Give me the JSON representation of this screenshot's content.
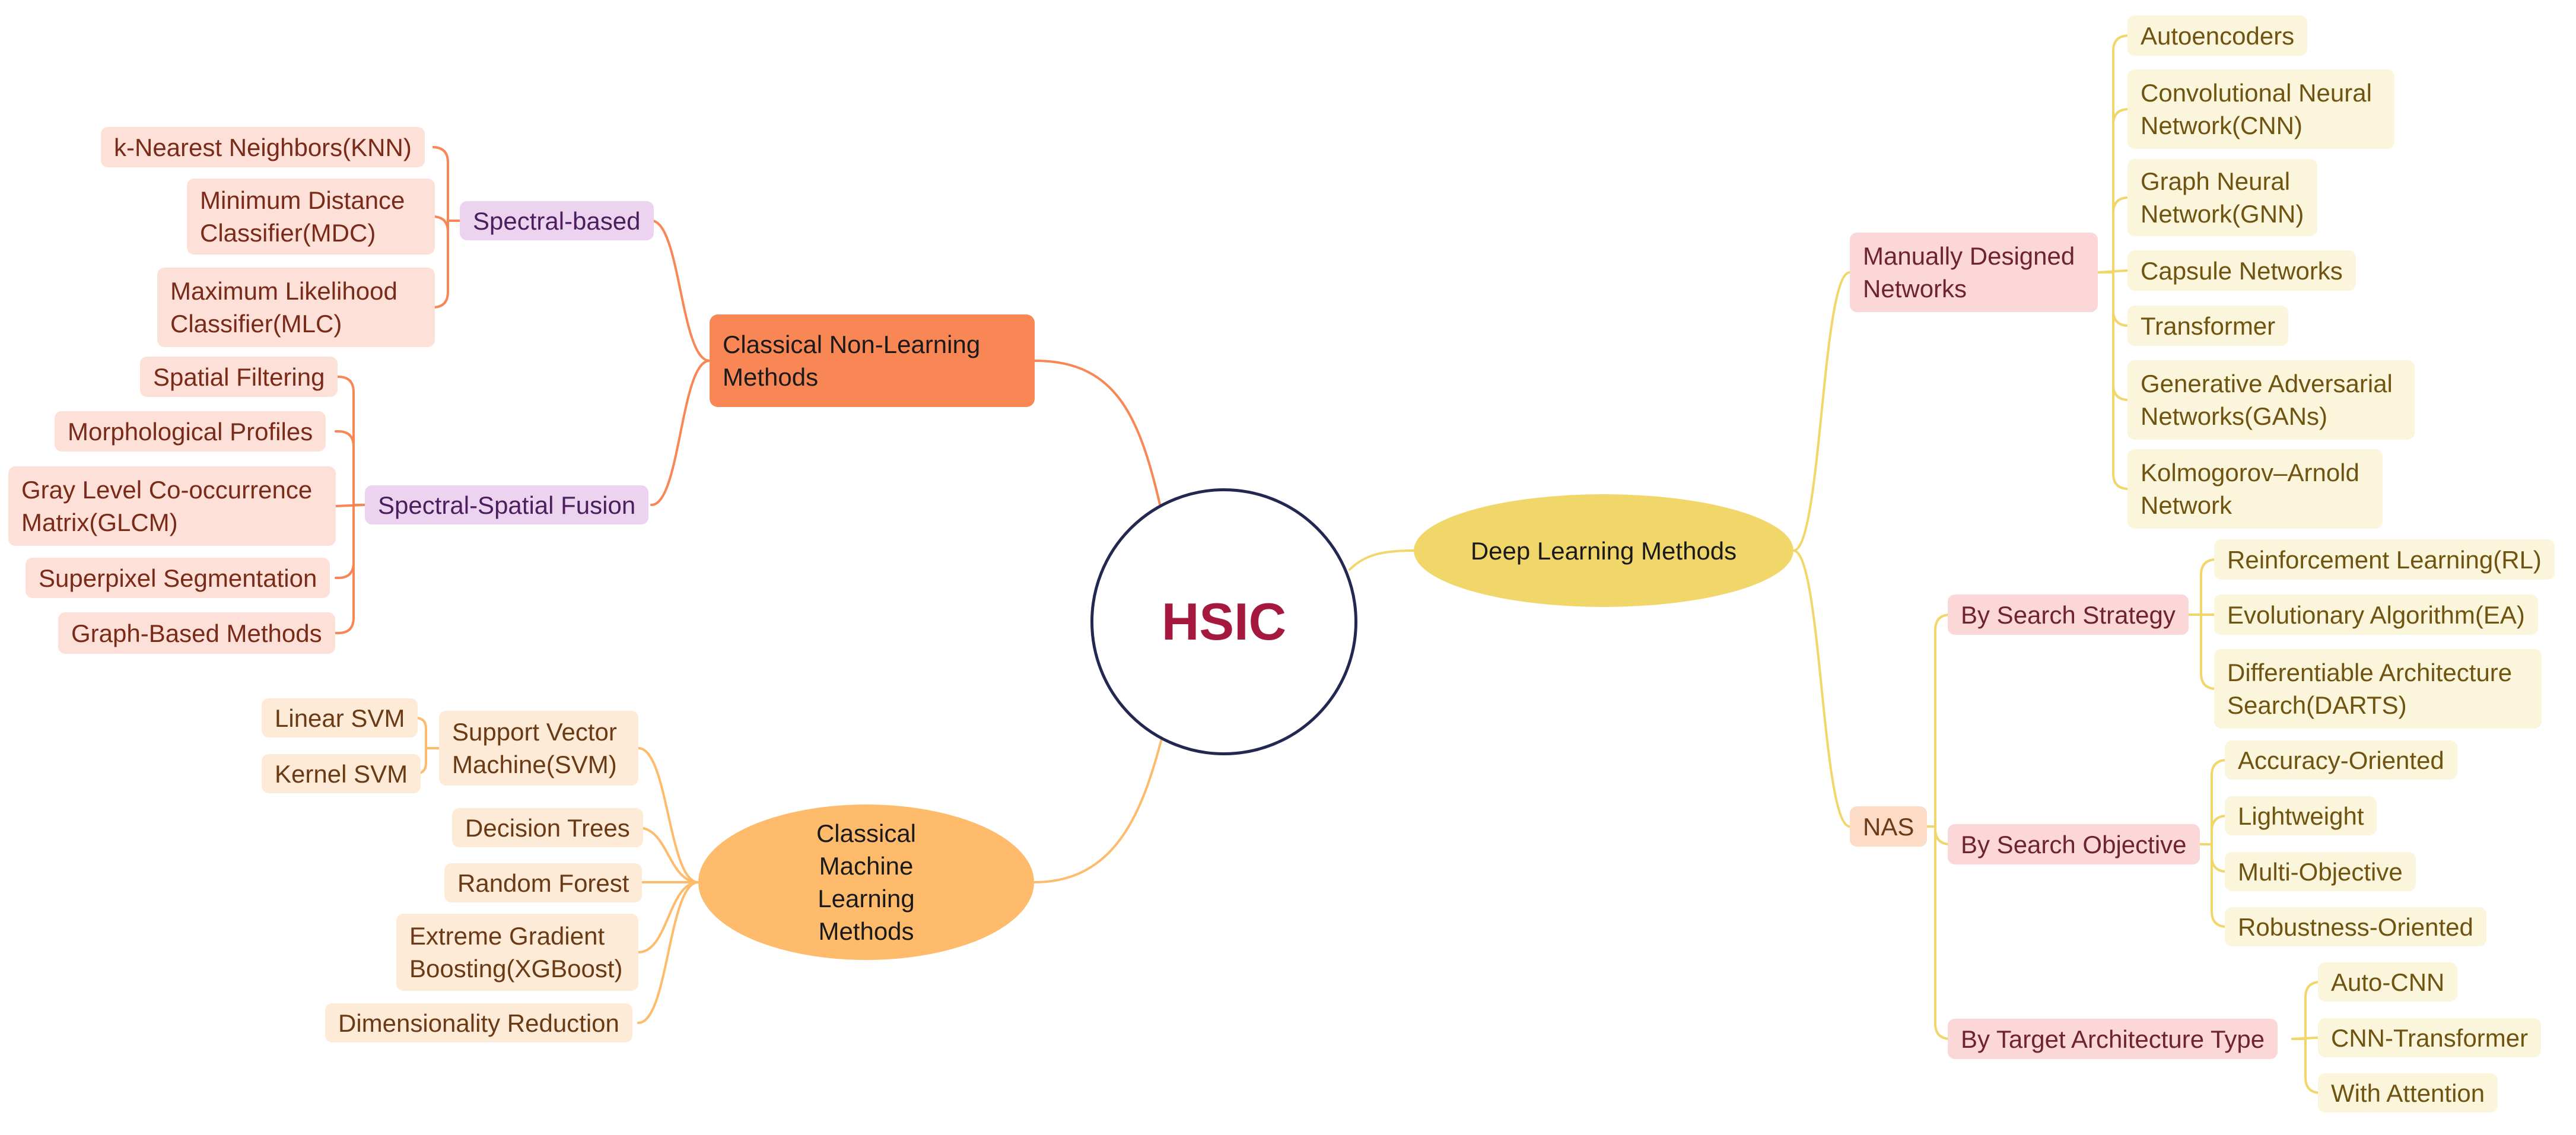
{
  "root": {
    "title": "HSIC"
  },
  "colors": {
    "center_border": "#222850",
    "center_text": "#a6193e",
    "non_learning_branch": "#f98655",
    "machine_learning_branch": "#fdbb6b",
    "deep_learning_branch": "#f1d76a"
  },
  "non_learning": {
    "label": "Classical Non-Learning Methods",
    "spectral": {
      "label": "Spectral-based",
      "items": [
        "k-Nearest Neighbors(KNN)",
        "Minimum Distance Classifier(MDC)",
        "Maximum Likelihood Classifier(MLC)"
      ]
    },
    "fusion": {
      "label": "Spectral-Spatial Fusion",
      "items": [
        "Spatial Filtering",
        "Morphological Profiles",
        "Gray Level Co-occurrence Matrix(GLCM)",
        "Superpixel Segmentation",
        "Graph-Based Methods"
      ]
    }
  },
  "machine_learning": {
    "label": "Classical  Machine Learning Methods",
    "svm": {
      "label": "Support Vector Machine(SVM)",
      "items": [
        "Linear SVM",
        "Kernel SVM"
      ]
    },
    "items": [
      "Decision Trees",
      "Random Forest",
      "Extreme Gradient Boosting(XGBoost)",
      "Dimensionality Reduction"
    ]
  },
  "deep_learning": {
    "label": "Deep Learning Methods",
    "manual": {
      "label": "Manually Designed Networks",
      "items": [
        "Autoencoders",
        "Convolutional Neural Network(CNN)",
        "Graph Neural Network(GNN)",
        "Capsule Networks",
        "Transformer",
        "Generative Adversarial Networks(GANs)",
        "Kolmogorov–Arnold Network"
      ]
    },
    "nas": {
      "label": "NAS",
      "strategy": {
        "label": "By Search Strategy",
        "items": [
          "Reinforcement Learning(RL)",
          "Evolutionary Algorithm(EA)",
          "Differentiable Architecture Search(DARTS)"
        ]
      },
      "objective": {
        "label": "By Search Objective",
        "items": [
          "Accuracy-Oriented",
          "Lightweight",
          "Multi-Objective",
          "Robustness-Oriented"
        ]
      },
      "target": {
        "label": "By Target Architecture Type",
        "items": [
          "Auto-CNN",
          "CNN-Transformer",
          "With Attention"
        ]
      }
    }
  }
}
